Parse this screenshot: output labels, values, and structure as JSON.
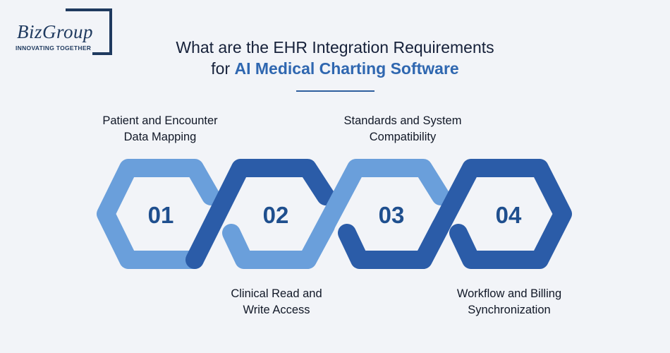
{
  "logo": {
    "name": "BizGroup",
    "tagline": "INNOVATING TOGETHER"
  },
  "title": {
    "line1": "What are the EHR Integration Requirements",
    "line2_prefix": "for ",
    "line2_accent": "AI Medical Charting Software"
  },
  "steps": [
    {
      "number": "01",
      "label_line1": "Patient and Encounter",
      "label_line2": "Data Mapping"
    },
    {
      "number": "02",
      "label_line1": "Clinical Read and",
      "label_line2": "Write Access"
    },
    {
      "number": "03",
      "label_line1": "Standards and System",
      "label_line2": "Compatibility"
    },
    {
      "number": "04",
      "label_line1": "Workflow and Billing",
      "label_line2": "Synchronization"
    }
  ],
  "colors": {
    "light_blue": "#6a9fdb",
    "dark_blue": "#2b5ca8",
    "number_text": "#1f4f8e",
    "title_accent": "#2f67b0",
    "background": "#f2f4f8"
  }
}
